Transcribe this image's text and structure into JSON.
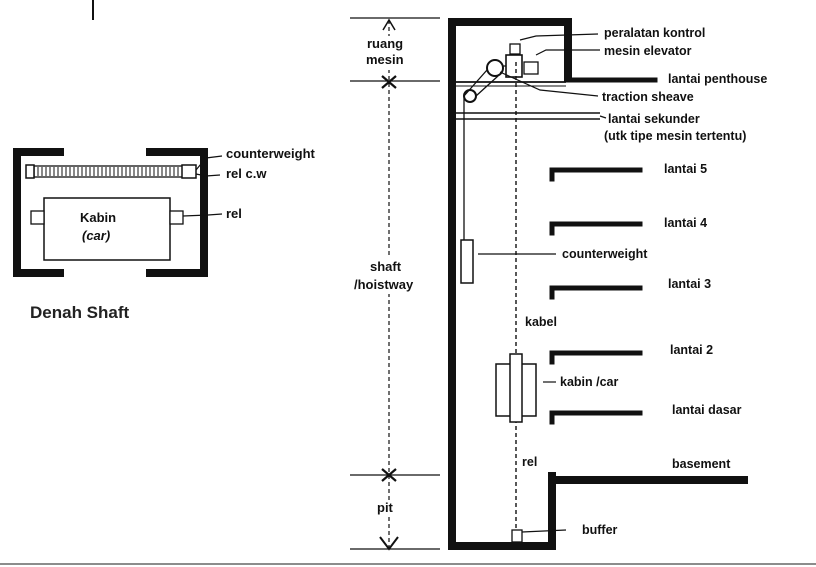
{
  "plan": {
    "title": "Denah Shaft",
    "counterweight": "counterweight",
    "rel_cw": "rel c.w",
    "rel": "rel",
    "car_name": "Kabin",
    "car_name_alt": "(car)"
  },
  "section": {
    "dimension": {
      "ruang_mesin_1": "ruang",
      "ruang_mesin_2": "mesin",
      "shaft_1": "shaft",
      "shaft_2": "/hoistway",
      "pit": "pit"
    },
    "labels": {
      "peralatan_kontrol": "peralatan kontrol",
      "mesin_elevator": "mesin elevator",
      "lantai_penthouse": "lantai penthouse",
      "traction_sheave": "traction sheave",
      "lantai_sekunder": "lantai sekunder",
      "utk_tipe": "(utk tipe mesin tertentu)",
      "lantai_5": "lantai 5",
      "lantai_4": "lantai 4",
      "counterweight": "counterweight",
      "lantai_3": "lantai 3",
      "kabel": "kabel",
      "lantai_2": "lantai 2",
      "kabin_car": "kabin /car",
      "lantai_dasar": "lantai dasar",
      "rel": "rel",
      "basement": "basement",
      "buffer": "buffer"
    }
  },
  "colors": {
    "ink": "#111111",
    "background": "#ffffff"
  }
}
